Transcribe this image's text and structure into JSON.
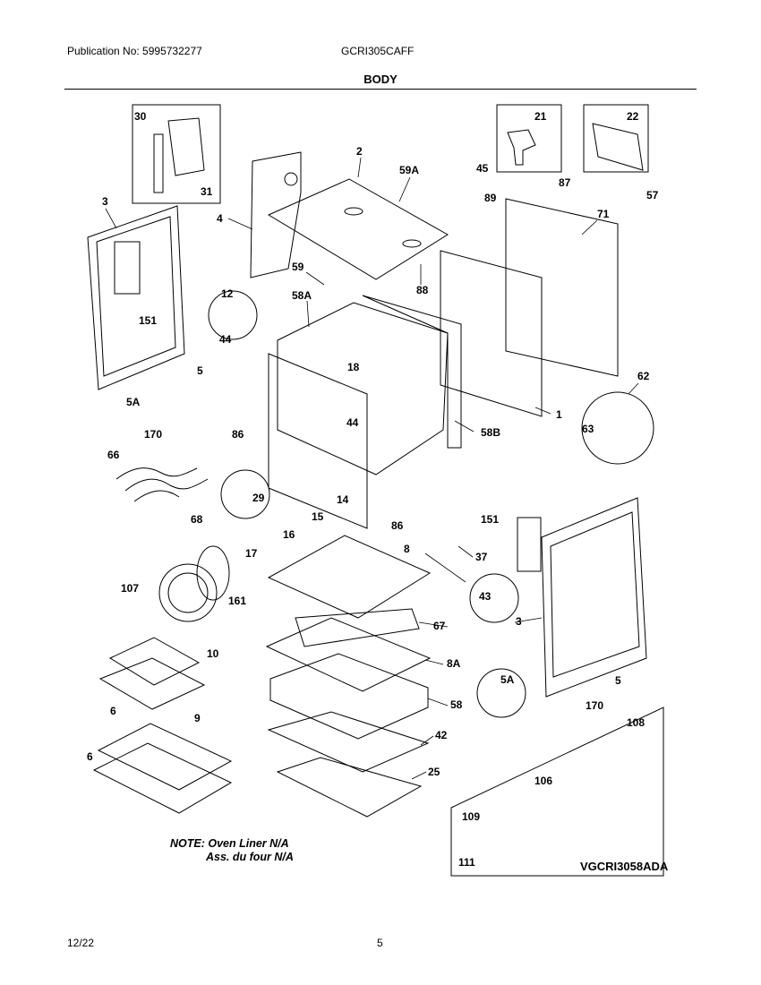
{
  "header": {
    "publication": "Publication No: 5995732277",
    "model": "GCRI305CAFF",
    "section": "BODY"
  },
  "note": {
    "line1": "NOTE: Oven Liner N/A",
    "line2": "Ass. du four N/A"
  },
  "diagram_code": "VGCRI3058ADA",
  "footer": {
    "date": "12/22",
    "page": "5"
  },
  "parts": {
    "p1": "1",
    "p2": "2",
    "p3": "3",
    "p3b": "3",
    "p4": "4",
    "p5": "5",
    "p5b": "5",
    "p5A": "5A",
    "p5Ab": "5A",
    "p6": "6",
    "p6b": "6",
    "p8": "8",
    "p8A": "8A",
    "p9": "9",
    "p10": "10",
    "p12": "12",
    "p14": "14",
    "p15": "15",
    "p16": "16",
    "p17": "17",
    "p18": "18",
    "p21": "21",
    "p22": "22",
    "p25": "25",
    "p29": "29",
    "p30": "30",
    "p31": "31",
    "p37": "37",
    "p42": "42",
    "p43": "43",
    "p44": "44",
    "p44b": "44",
    "p45": "45",
    "p57": "57",
    "p58": "58",
    "p58A": "58A",
    "p58B": "58B",
    "p59": "59",
    "p59A": "59A",
    "p62": "62",
    "p63": "63",
    "p66": "66",
    "p67": "67",
    "p68": "68",
    "p71": "71",
    "p86": "86",
    "p86b": "86",
    "p87": "87",
    "p88": "88",
    "p89": "89",
    "p106": "106",
    "p107": "107",
    "p108": "108",
    "p109": "109",
    "p111": "111",
    "p151": "151",
    "p151b": "151",
    "p161": "161",
    "p170": "170",
    "p170b": "170"
  }
}
